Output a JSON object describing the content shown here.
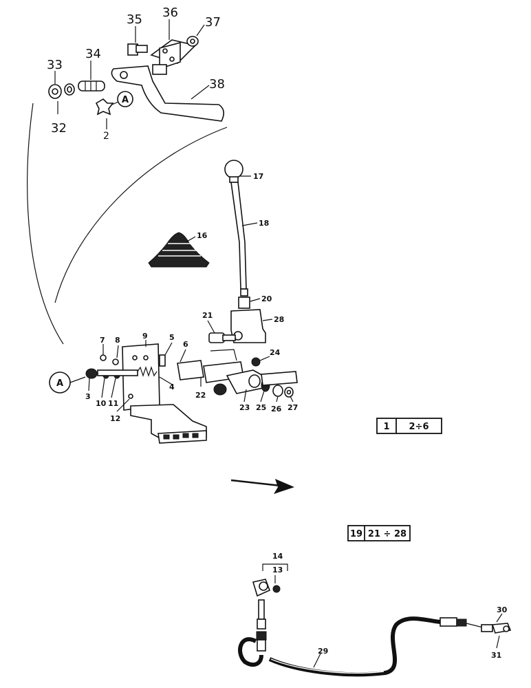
{
  "callouts": {
    "p2": "2",
    "p3": "3",
    "p4": "4",
    "p5": "5",
    "p6": "6",
    "p7": "7",
    "p8": "8",
    "p9": "9",
    "p10": "10",
    "p11": "11",
    "p12": "12",
    "p13": "13",
    "p14": "14",
    "p16": "16",
    "p17": "17",
    "p18": "18",
    "p20": "20",
    "p21": "21",
    "p22": "22",
    "p23": "23",
    "p24": "24",
    "p25": "25",
    "p26": "26",
    "p27": "27",
    "p28": "28",
    "p29": "29",
    "p30": "30",
    "p31": "31",
    "p32": "32",
    "p33": "33",
    "p34": "34",
    "p35": "35",
    "p36": "36",
    "p37": "37",
    "p38": "38"
  },
  "detail_marker": "A",
  "ref_boxes": {
    "box1": {
      "left": "1",
      "right": "2÷6"
    },
    "box2": {
      "left": "19",
      "right": "21 ÷ 28"
    }
  }
}
